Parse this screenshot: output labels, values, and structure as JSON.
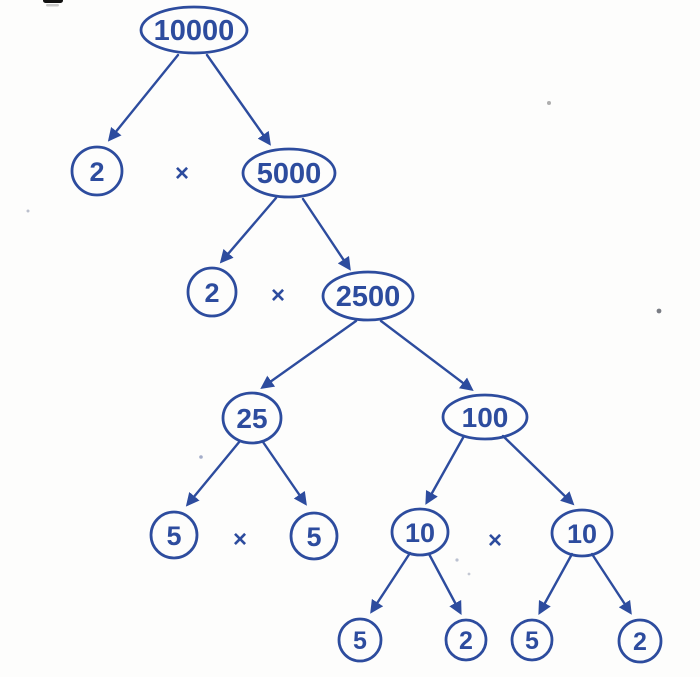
{
  "colors": {
    "ink": "#2d4c9e",
    "paper": "#fdfdfc"
  },
  "factor_tree": {
    "nodes": {
      "root": "10000",
      "level1_left": "2",
      "level1_right": "5000",
      "level2_left": "2",
      "level2_right": "2500",
      "level3_left": "25",
      "level3_right": "100",
      "level4_left_a": "5",
      "level4_left_b": "5",
      "level4_right_a": "10",
      "level4_right_b": "10",
      "level5_a": "5",
      "level5_b": "2",
      "level5_c": "5",
      "level5_d": "2"
    },
    "operators": [
      "×",
      "×",
      "×",
      "×"
    ],
    "relations": [
      "10000 → 2",
      "10000 → 5000",
      "5000 → 2",
      "5000 → 2500",
      "2500 → 25",
      "2500 → 100",
      "25 → 5",
      "25 → 5",
      "100 → 10",
      "100 → 10",
      "10 → 5",
      "10 → 2",
      "10 → 5",
      "10 → 2"
    ]
  }
}
